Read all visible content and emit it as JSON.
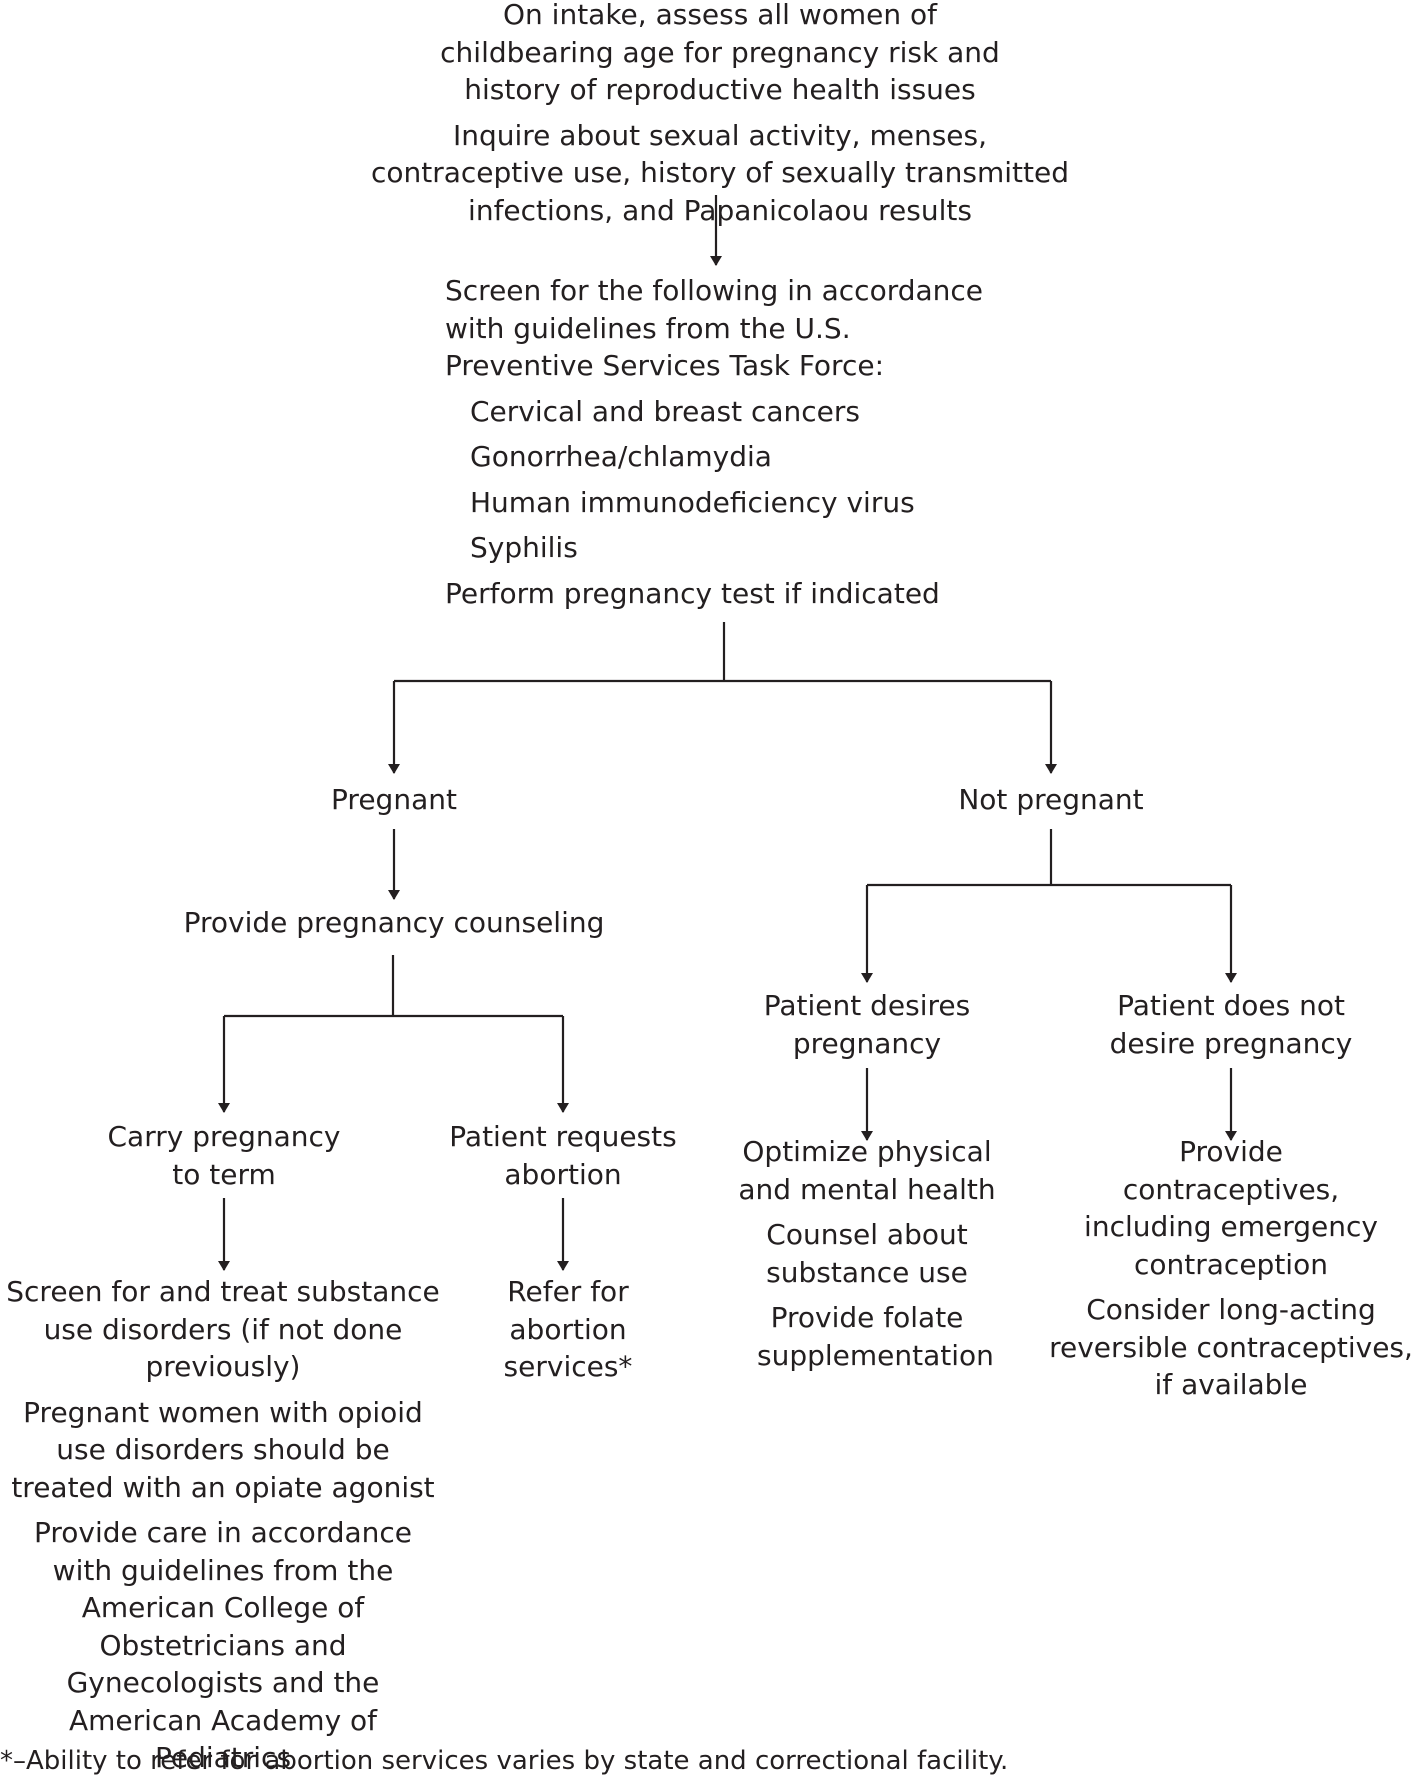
{
  "intake": {
    "line1": "On intake, assess all women of childbearing age for pregnancy risk and history of reproductive health issues",
    "line2": "Inquire about sexual activity, menses, contraceptive use, history of sexually transmitted infections, and Papanicolaou results"
  },
  "screen": {
    "intro": "Screen for the following in accordance with guidelines from the U.S. Preventive Services Task Force:",
    "items": [
      "Cervical and breast cancers",
      "Gonorrhea/chlamydia",
      "Human immunodeficiency virus",
      "Syphilis"
    ],
    "pregnancy_test": "Perform pregnancy test if indicated"
  },
  "pregnant": {
    "label": "Pregnant",
    "counseling": "Provide pregnancy counseling",
    "carry": {
      "label": "Carry pregnancy to term",
      "actions": [
        "Screen for and treat substance use disorders (if not done previously)",
        "Pregnant women with opioid use disorders should be treated with an opiate agonist",
        "Provide care in accordance with guidelines from the American College of Obstetricians and Gynecologists and the American Academy of Pediatrics"
      ]
    },
    "abortion": {
      "label": "Patient requests abortion",
      "action": "Refer for abortion services*"
    }
  },
  "not_pregnant": {
    "label": "Not pregnant",
    "desires": {
      "label": "Patient desires pregnancy",
      "actions": [
        "Optimize physical and mental health",
        "Counsel about substance use",
        "Provide folate supplementation"
      ]
    },
    "does_not_desire": {
      "label": "Patient does not desire pregnancy",
      "actions": [
        "Provide contraceptives, including emergency contraception",
        "Consider long-acting reversible contraceptives, if available"
      ]
    }
  },
  "footnote": "*–Ability to refer for abortion services varies by state and correctional facility."
}
